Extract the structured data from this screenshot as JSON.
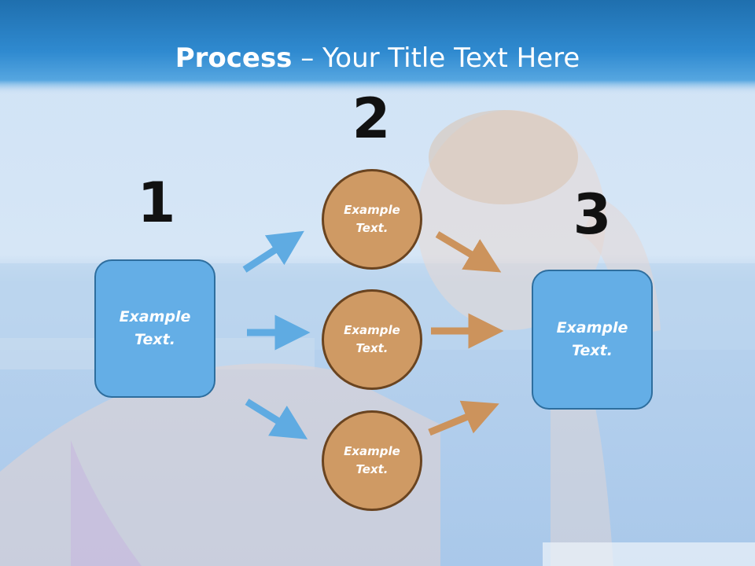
{
  "title": {
    "bold": "Process",
    "rest": " – Your Title Text Here"
  },
  "colors": {
    "box_fill": "#64aee6",
    "circle_fill": "#cf9a64",
    "blue_arrow": "#5fabe2",
    "orange_arrow": "#cc935c",
    "title_bar": "#2a7fc1"
  },
  "steps": {
    "one": {
      "number": "1",
      "text": "Example\nText."
    },
    "two": {
      "number": "2",
      "items": [
        "Example\nText.",
        "Example\nText.",
        "Example\nText."
      ]
    },
    "three": {
      "number": "3",
      "text": "Example\nText."
    }
  }
}
